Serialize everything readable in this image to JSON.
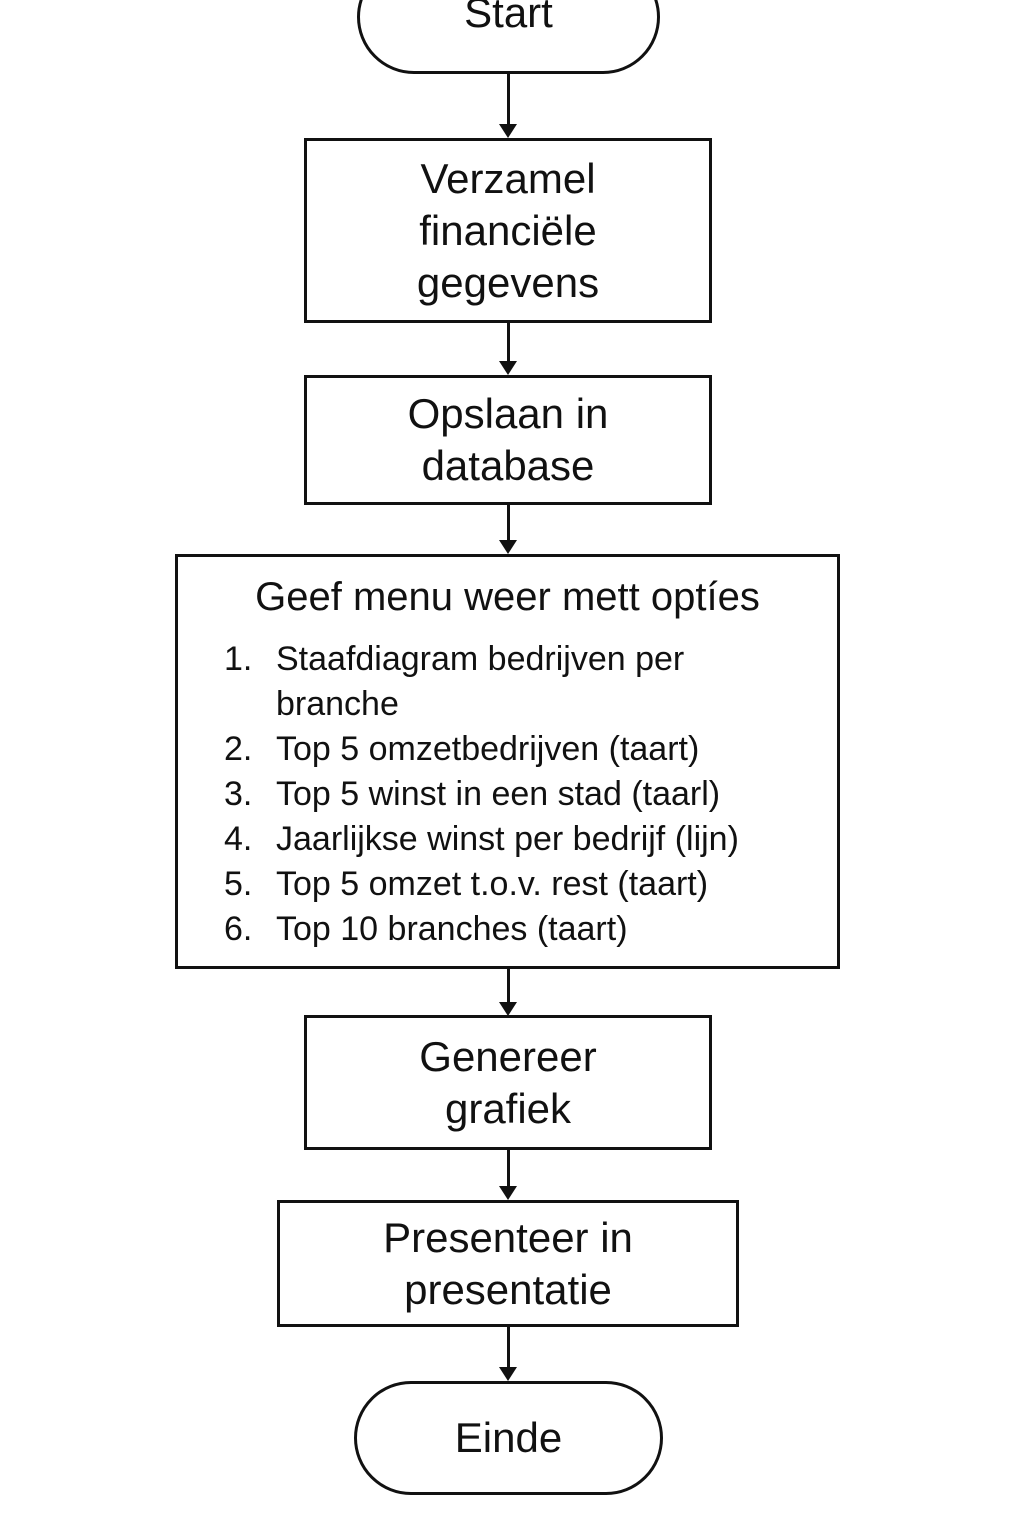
{
  "flowchart": {
    "start": {
      "label": "Start"
    },
    "collect": {
      "lines": [
        "Verzamel",
        "financiële",
        "gegevens"
      ]
    },
    "store": {
      "lines": [
        "Opslaan in",
        "database"
      ]
    },
    "menu": {
      "title": "Geef menu weer mett optíes",
      "options": [
        {
          "number": "1.",
          "text": "Staafdiagram bedrijven per branche"
        },
        {
          "number": "2.",
          "text": "Top 5 omzetbedrijven (taart)"
        },
        {
          "number": "3.",
          "text": "Top 5 winst in een stad (taarl)"
        },
        {
          "number": "4.",
          "text": "Jaarlijkse winst per bedrijf (lijn)"
        },
        {
          "number": "5.",
          "text": "Top 5 omzet t.o.v. rest (taart)"
        },
        {
          "number": "6.",
          "text": "Top 10 branches (taart)"
        }
      ]
    },
    "generate": {
      "lines": [
        "Genereer",
        "grafiek"
      ]
    },
    "present": {
      "lines": [
        "Presenteer in",
        "presentatie"
      ]
    },
    "end": {
      "label": "Einde"
    }
  }
}
